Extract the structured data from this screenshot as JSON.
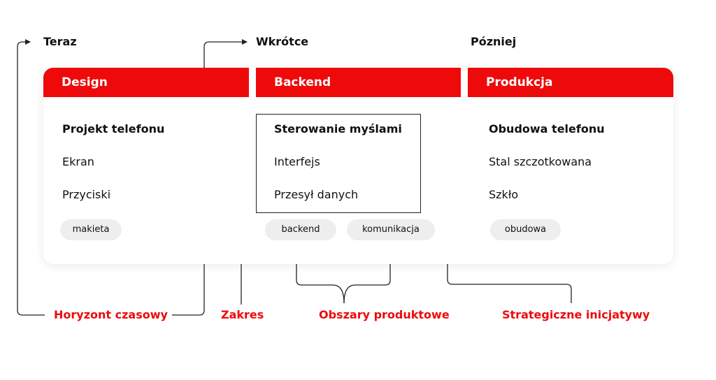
{
  "horizons": {
    "now": "Teraz",
    "soon": "Wkrótce",
    "later": "Pózniej"
  },
  "columns": [
    {
      "header": "Design",
      "items": [
        "Projekt telefonu",
        "Ekran",
        "Przyciski"
      ],
      "tags": [
        "makieta"
      ]
    },
    {
      "header": "Backend",
      "items": [
        "Sterowanie myślami",
        "Interfejs",
        "Przesył danych"
      ],
      "tags": [
        "backend",
        "komunikacja"
      ]
    },
    {
      "header": "Produkcja",
      "items": [
        "Obudowa telefonu",
        "Stal szczotkowana",
        "Szkło"
      ],
      "tags": [
        "obudowa"
      ]
    }
  ],
  "annotations": {
    "time_horizon": "Horyzont czasowy",
    "scope": "Zakres",
    "product_areas": "Obszary produktowe",
    "strategic_initiatives": "Strategiczne inicjatywy"
  },
  "colors": {
    "accent": "#ee0a0a",
    "tag_bg": "#eeeeee",
    "line": "#222222"
  }
}
